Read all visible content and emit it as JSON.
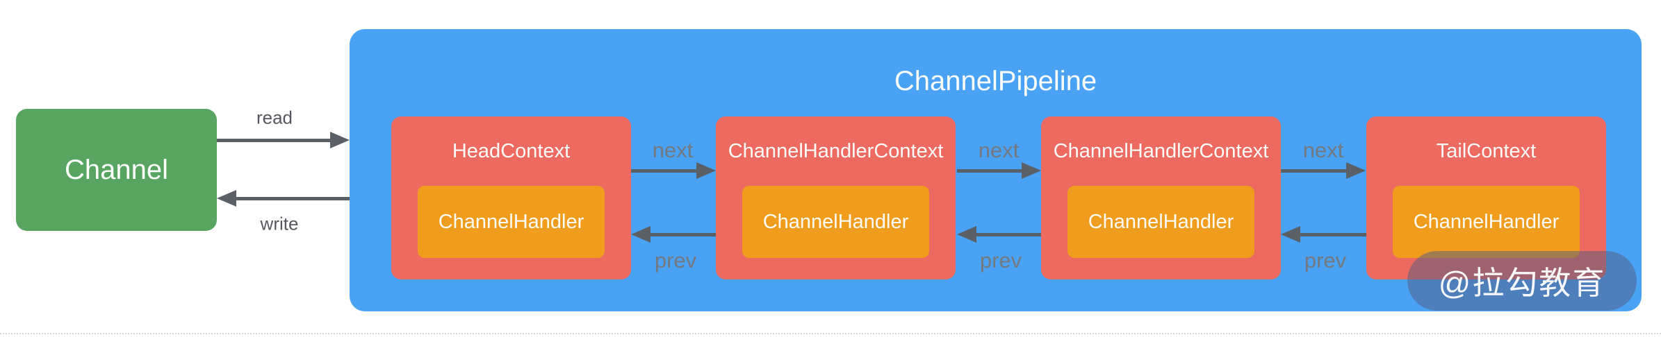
{
  "channel": {
    "label": "Channel"
  },
  "labels": {
    "read": "read",
    "write": "write"
  },
  "pipeline": {
    "title": "ChannelPipeline",
    "next_label": "next",
    "prev_label": "prev",
    "contexts": [
      {
        "label": "HeadContext",
        "handler": "ChannelHandler"
      },
      {
        "label": "ChannelHandlerContext",
        "handler": "ChannelHandler"
      },
      {
        "label": "ChannelHandlerContext",
        "handler": "ChannelHandler"
      },
      {
        "label": "TailContext",
        "handler": "ChannelHandler"
      }
    ]
  },
  "watermark": {
    "text": "@拉勾教育"
  },
  "colors": {
    "channel_green": "#58A561",
    "pipeline_blue": "#4AA2F5",
    "context_red": "#EC6A5F",
    "handler_orange": "#F09C1D",
    "arrow_gray": "#5B5F66",
    "flow_label_gray": "#74787F",
    "io_label_gray": "#55585E",
    "watermark_pill": "rgba(82,92,127,0.5)",
    "text_white": "#FFFFFF"
  }
}
